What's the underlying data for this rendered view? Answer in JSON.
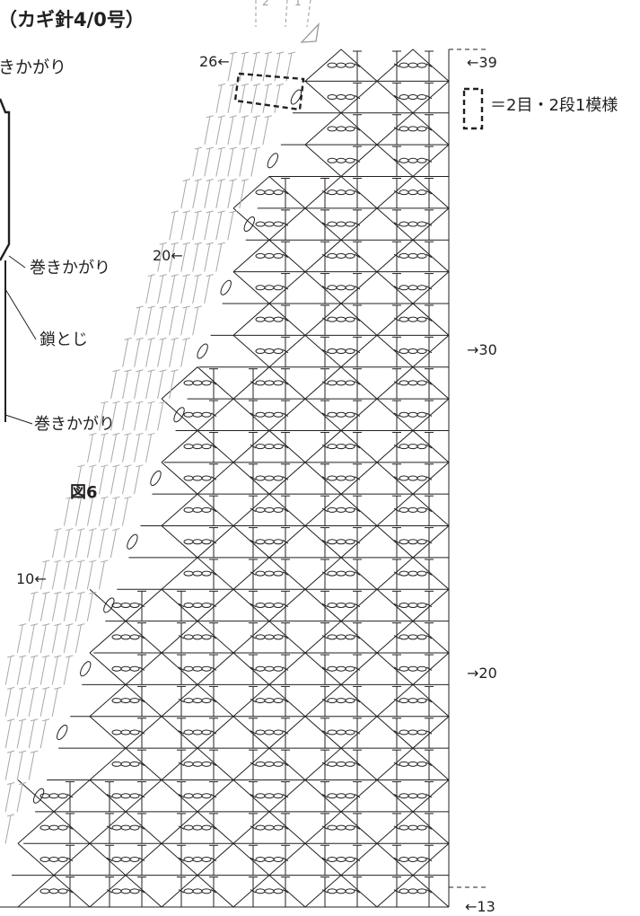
{
  "title": "（カギ針4/0号）",
  "top_label": "きかがり",
  "labels": {
    "makikagari_1": "巻きかがり",
    "kusari_toji": "鎖とじ",
    "makikagari_2": "巻きかがり",
    "figure": "図6"
  },
  "legend": {
    "text": "＝2目・2段1模様"
  },
  "row_markers": {
    "r26": "26←",
    "r20": "20←",
    "r10": "10←",
    "r39": "←39",
    "r30": "→30",
    "r20_right": "→20",
    "r13": "←13"
  },
  "top_marks": {
    "two": "2",
    "one": "1"
  }
}
